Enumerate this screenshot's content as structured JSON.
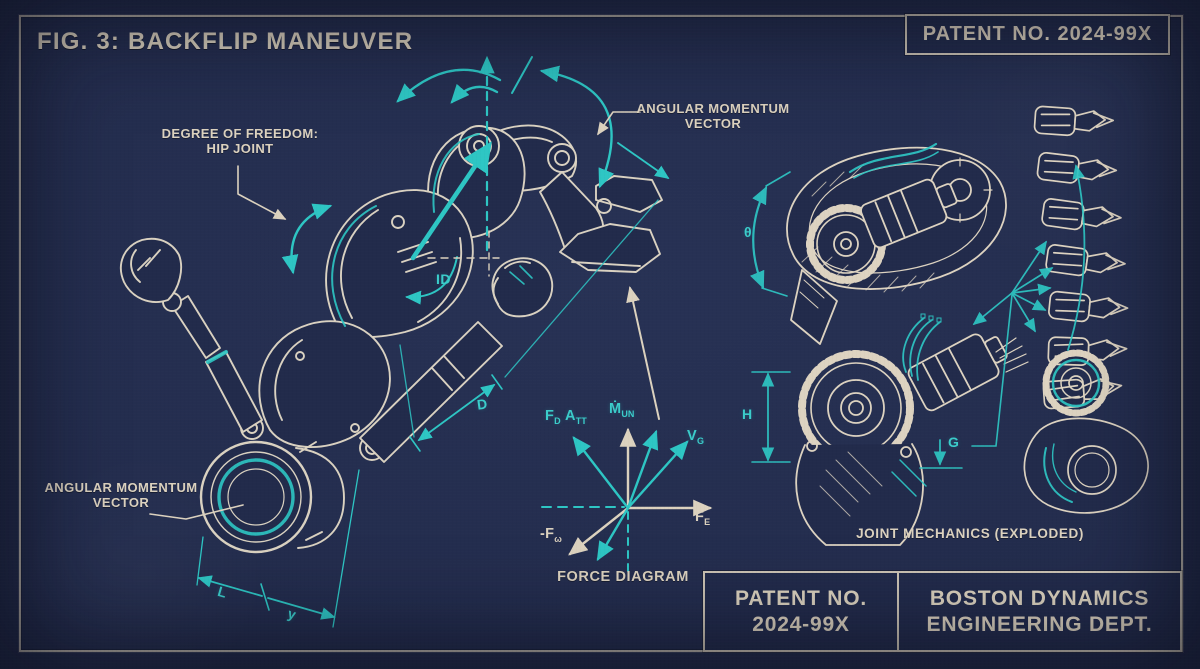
{
  "colors": {
    "background": "#222b4b",
    "ink": "#dcd2bf",
    "accent": "#2ec6c4"
  },
  "header": {
    "figure_title": "FIG. 3: BACKFLIP MANEUVER",
    "patent_box_label": "PATENT NO. 2024-99X"
  },
  "callouts": {
    "degree_of_freedom": {
      "line1": "DEGREE OF FREEDOM:",
      "line2": "HIP JOINT"
    },
    "angular_momentum_top": {
      "line1": "ANGULAR MOMENTUM",
      "line2": "VECTOR"
    },
    "angular_momentum_bottom": {
      "line1": "ANGULAR MOMENTUM",
      "line2": "VECTOR"
    }
  },
  "captions": {
    "force_diagram": "FORCE DIAGRAM",
    "joint_mechanics": "JOINT MECHANICS (EXPLODED)"
  },
  "dimension_labels": {
    "L": "L",
    "y": "y",
    "D": "D",
    "ID": "ID",
    "H": "H",
    "theta": "θ",
    "G": "G"
  },
  "force_diagram": {
    "vector_labels": {
      "fd": {
        "main": "F",
        "sub": "D"
      },
      "att": {
        "main": "A",
        "sub": "TT"
      },
      "mun": {
        "main": "Ṁ",
        "sub": "UN"
      },
      "vg": {
        "main": "V",
        "sub": "G"
      },
      "fe": {
        "main": "F",
        "sub": "E"
      },
      "fw": {
        "main": "-F",
        "sub": "ω"
      }
    }
  },
  "title_block": {
    "patent": {
      "line1": "PATENT NO.",
      "line2": "2024-99X"
    },
    "organization": {
      "line1": "BOSTON DYNAMICS",
      "line2": "ENGINEERING DEPT."
    }
  }
}
